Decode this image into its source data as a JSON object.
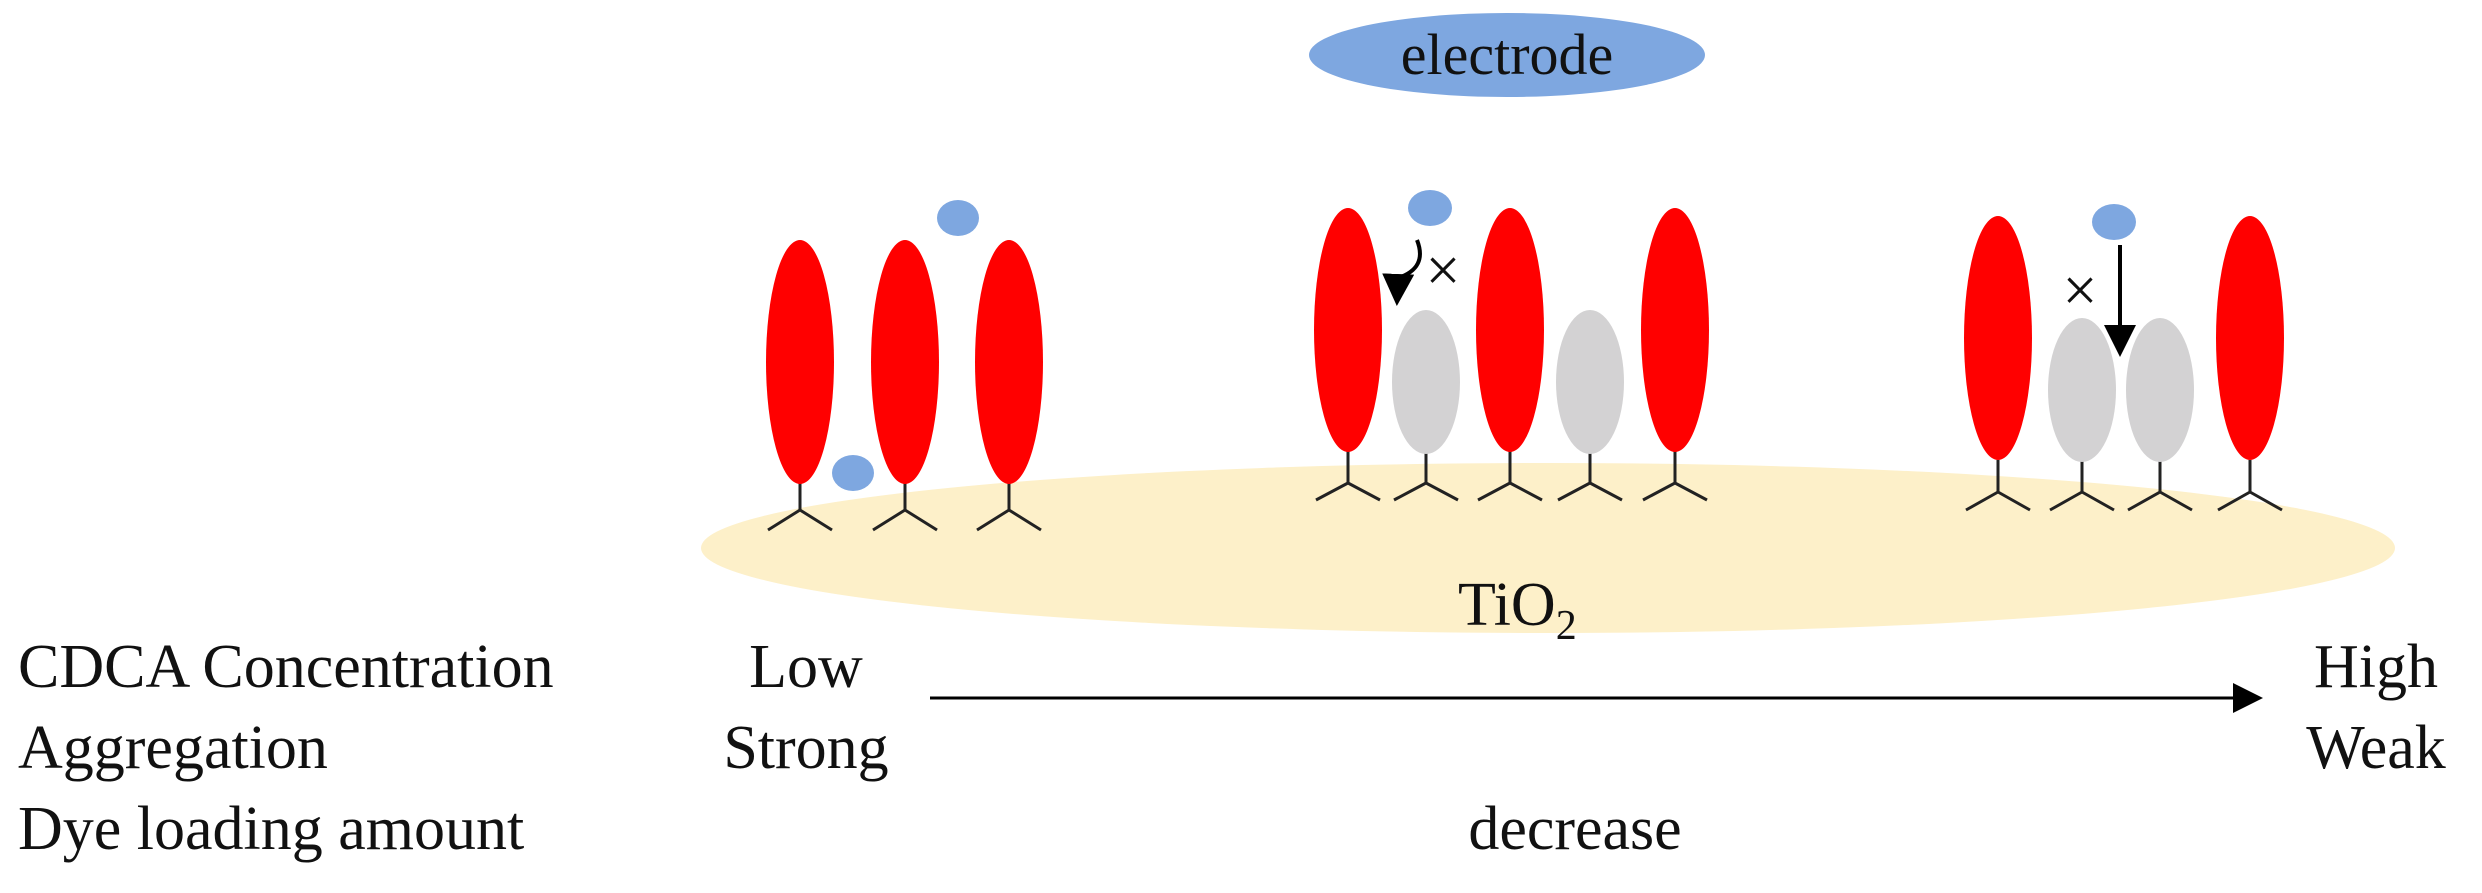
{
  "electrode": {
    "label": "electrode",
    "color": "#7ea7e0"
  },
  "substrate": {
    "label_main": "TiO",
    "label_sub": "2",
    "color": "#fdf0c9"
  },
  "dye_color": "#ff0000",
  "coadsorbent_color": "#d3d2d3",
  "electrolyte_color": "#7ea7e0",
  "symbols": {
    "blocked": "×"
  },
  "rows": {
    "cdca_concentration": {
      "label": "CDCA Concentration",
      "left": "Low",
      "right": "High"
    },
    "aggregation": {
      "label": "Aggregation",
      "left": "Strong",
      "right": "Weak"
    },
    "dye_loading": {
      "label": "Dye loading amount",
      "center": "decrease"
    }
  }
}
